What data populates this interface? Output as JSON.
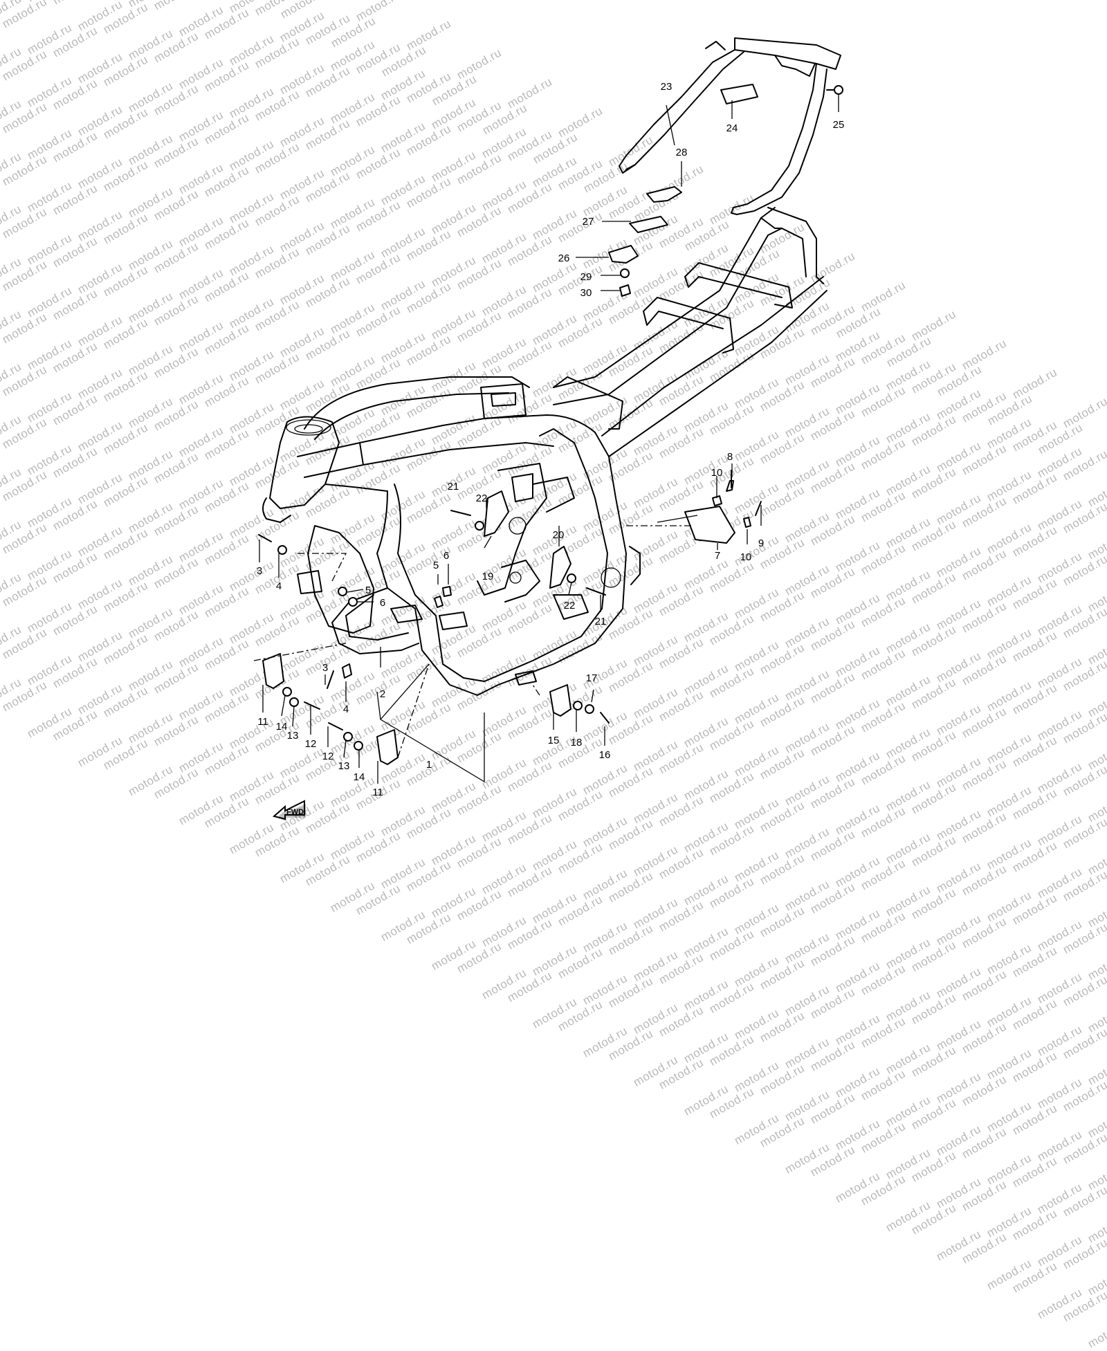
{
  "watermark": "motod.ru",
  "direction_label": "FWD",
  "callouts": [
    "23",
    "24",
    "25",
    "28",
    "27",
    "26",
    "29",
    "30",
    "21",
    "22",
    "20",
    "19",
    "8",
    "10",
    "9",
    "7",
    "10",
    "3",
    "4",
    "5",
    "6",
    "5",
    "6",
    "22",
    "21",
    "17",
    "2",
    "3",
    "4",
    "11",
    "14",
    "13",
    "12",
    "12",
    "13",
    "14",
    "11",
    "1",
    "15",
    "18",
    "16"
  ]
}
